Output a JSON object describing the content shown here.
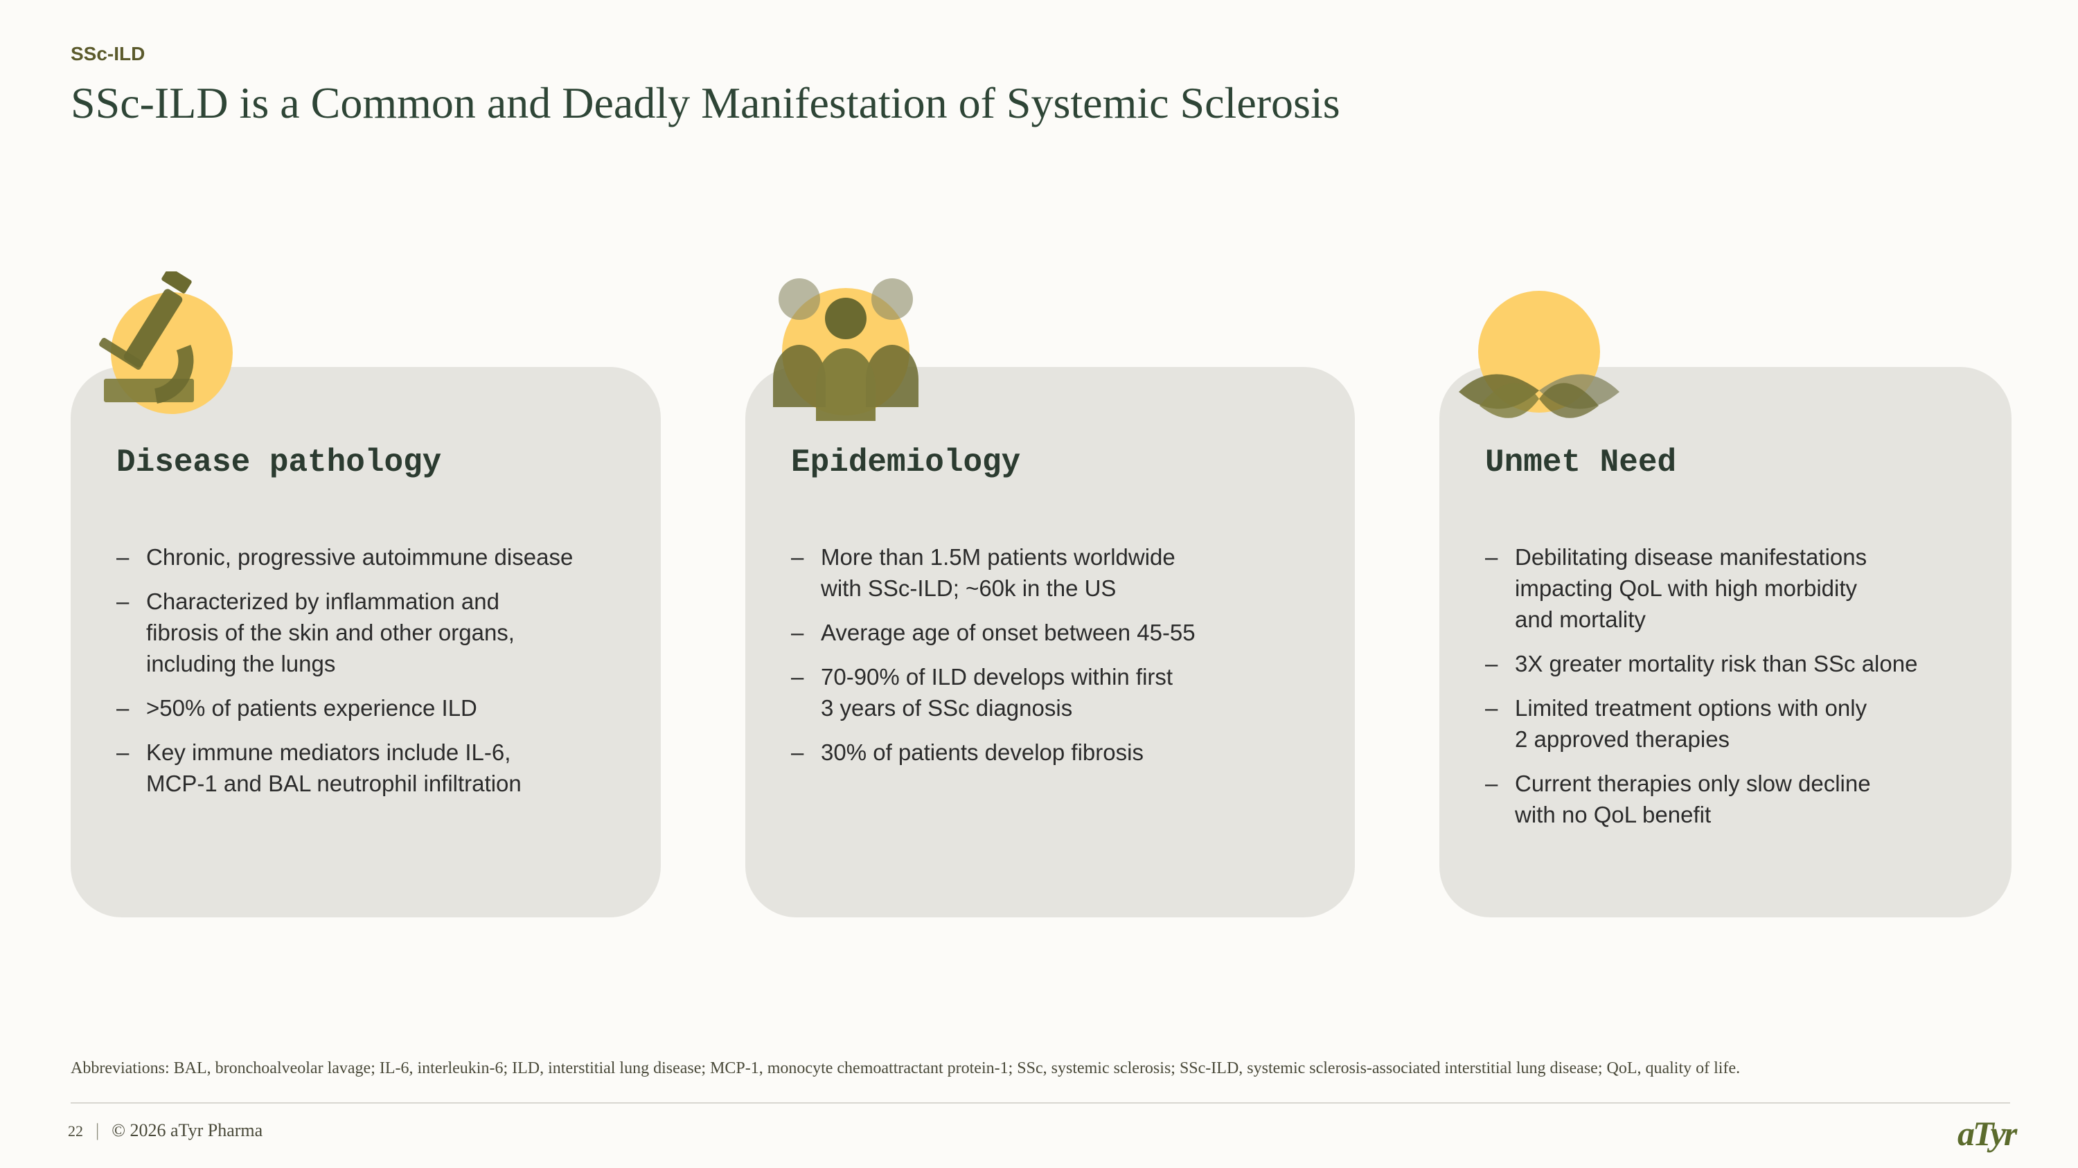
{
  "header": {
    "eyebrow": "SSc-ILD",
    "title": "SSc-ILD is a Common and Deadly Manifestation of Systemic Sclerosis"
  },
  "cards": [
    {
      "icon": "microscope-icon",
      "heading": "Disease pathology",
      "bullets": [
        "Chronic, progressive autoimmune disease",
        "Characterized by inflammation and\nfibrosis of the skin and other organs,\nincluding the lungs",
        ">50% of patients experience ILD",
        "Key immune mediators include IL-6,\nMCP-1 and BAL neutrophil infiltration"
      ]
    },
    {
      "icon": "people-group-icon",
      "heading": "Epidemiology",
      "bullets": [
        "More than 1.5M patients worldwide\nwith SSc-ILD; ~60k in the US",
        "Average age of onset between 45-55",
        "70-90% of ILD develops within first\n3 years of SSc diagnosis",
        "30% of patients develop fibrosis"
      ]
    },
    {
      "icon": "lotus-icon",
      "heading": "Unmet Need",
      "bullets": [
        "Debilitating disease manifestations\nimpacting QoL with high morbidity\nand mortality",
        "3X greater mortality risk than SSc alone",
        "Limited treatment options with only\n2 approved therapies",
        "Current therapies only slow decline\nwith no QoL benefit"
      ]
    }
  ],
  "bullet_marker": "–",
  "abbreviations": "Abbreviations: BAL, bronchoalveolar lavage; IL-6, interleukin-6; ILD, interstitial lung disease; MCP-1, monocyte chemoattractant protein-1; SSc, systemic sclerosis; SSc-ILD, systemic sclerosis-associated interstitial lung disease; QoL, quality of life.",
  "footer": {
    "page_number": "22",
    "separator": "|",
    "copyright": "© 2026 aTyr Pharma",
    "logo_text": "aTyr"
  },
  "colors": {
    "background": "#fcfbf8",
    "card": "#e5e4df",
    "title": "#2e4536",
    "accent_yellow": "#fdd06a",
    "olive": "#7d7a3a"
  }
}
